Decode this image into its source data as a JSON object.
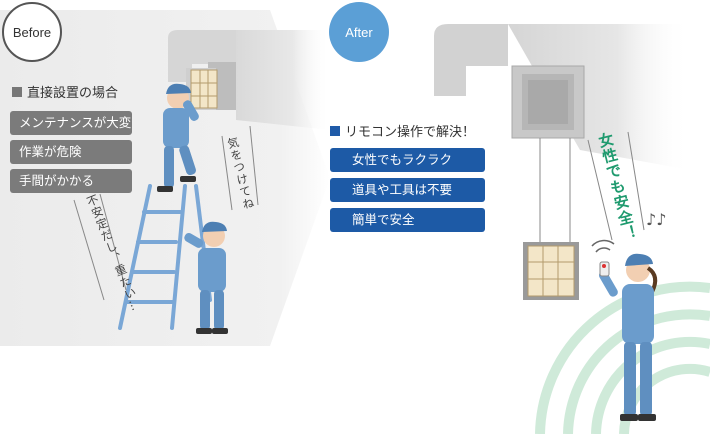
{
  "before": {
    "badge": "Before",
    "heading": "直接設置の場合",
    "tags": [
      "メンテナンスが大変",
      "作業が危険",
      "手間がかかる"
    ],
    "speech_top": "気をつけてね",
    "speech_left": "不安定だし、重たい…"
  },
  "after": {
    "badge": "After",
    "heading": "リモコン操作で解決！",
    "tags": [
      "女性でもラクラク",
      "道具や工具は不要",
      "簡単で安全"
    ],
    "speech": "女性でも安全！",
    "notes": "♪♪"
  },
  "colors": {
    "before_tag": "#7b7b7b",
    "after_tag": "#1d5aa6",
    "after_badge": "#5b9fd6",
    "safe_text": "#1e9a6e"
  }
}
